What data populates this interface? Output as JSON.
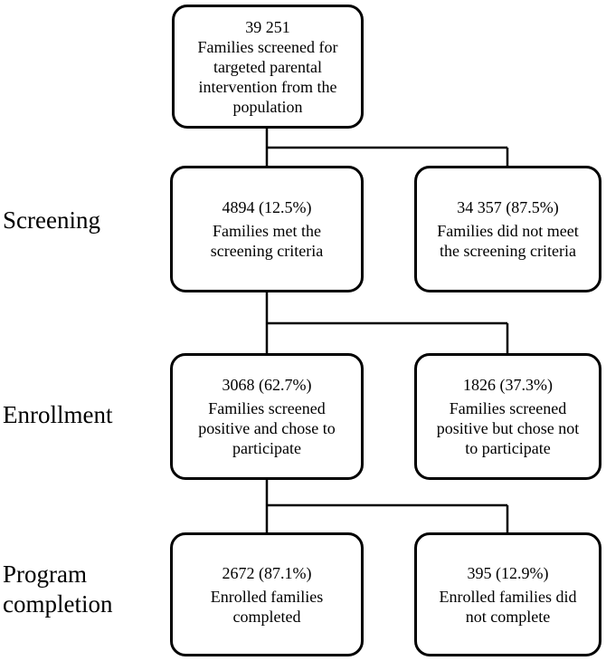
{
  "flowchart": {
    "top_box": {
      "value": "39 251",
      "description": "Families screened for\ntargeted parental\nintervention from the\npopulation"
    },
    "rows": [
      {
        "stage_label": "Screening",
        "left": {
          "value": "4894 (12.5%)",
          "description": "Families met the\nscreening criteria"
        },
        "right": {
          "value": "34 357 (87.5%)",
          "description": "Families did not meet\nthe screening criteria"
        }
      },
      {
        "stage_label": "Enrollment",
        "left": {
          "value": "3068 (62.7%)",
          "description": "Families screened\npositive and chose to\nparticipate"
        },
        "right": {
          "value": "1826 (37.3%)",
          "description": "Families screened\npositive but chose not\nto participate"
        }
      },
      {
        "stage_label": "Program\ncompletion",
        "left": {
          "value": "2672 (87.1%)",
          "description": "Enrolled families\ncompleted"
        },
        "right": {
          "value": "395 (12.9%)",
          "description": "Enrolled families did\nnot complete"
        }
      }
    ],
    "colors": {
      "border": "#000000",
      "line": "#000000",
      "text": "#000000",
      "background": "#ffffff"
    }
  }
}
